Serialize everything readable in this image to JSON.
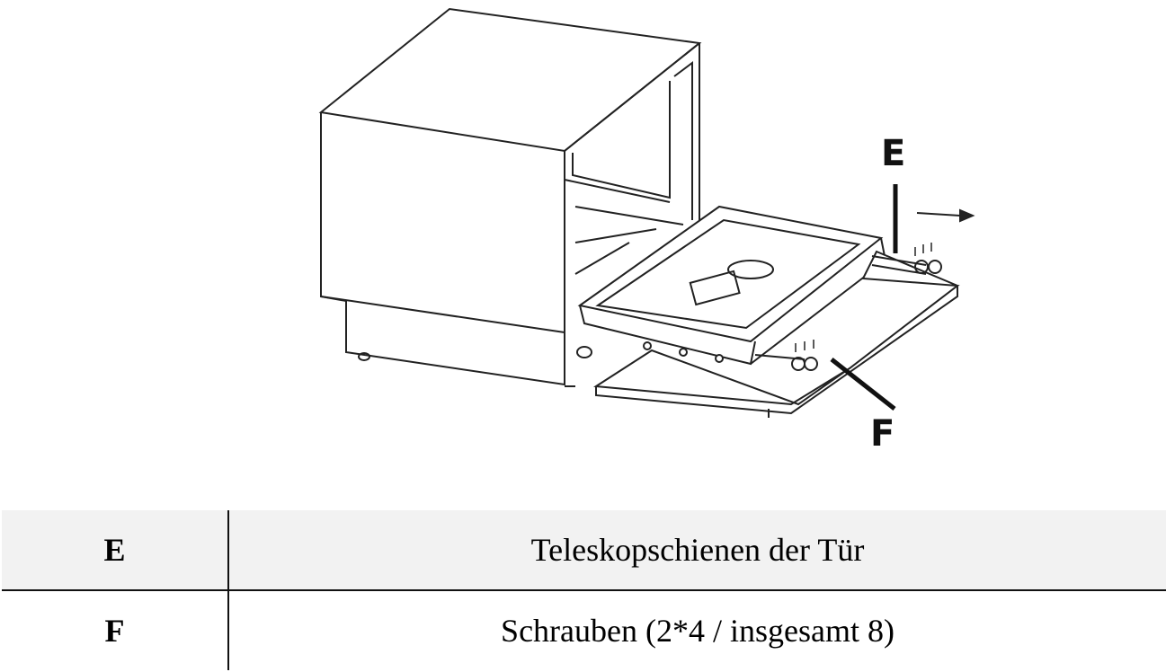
{
  "figure": {
    "callouts": [
      "E",
      "F"
    ]
  },
  "legend_table": {
    "rows": [
      {
        "key": "E",
        "description": "Teleskopschienen der Tür"
      },
      {
        "key": "F",
        "description": "Schrauben (2*4 / insgesamt 8)"
      }
    ],
    "header_row_color": "#f2f2f2"
  }
}
